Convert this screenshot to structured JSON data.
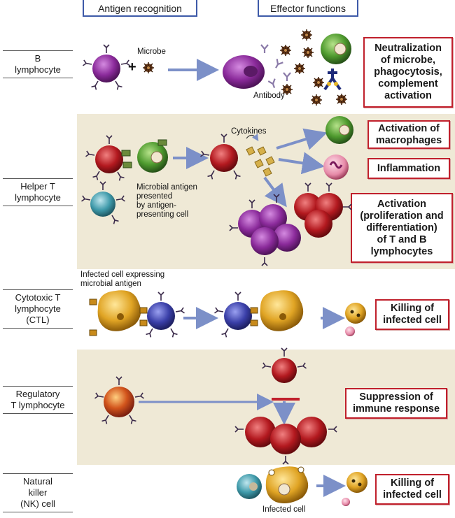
{
  "headers": {
    "antigen_recognition": "Antigen recognition",
    "effector_functions": "Effector functions"
  },
  "rows": [
    {
      "cell_name": "B\nlymphocyte",
      "effector": "Neutralization\nof microbe,\nphagocytosis,\ncomplement\nactivation",
      "labels": {
        "microbe": "Microbe",
        "plus": "+",
        "antibody": "Antibody"
      }
    },
    {
      "cell_name": "Helper T\nlymphocyte",
      "effectors": [
        "Activation of\nmacrophages",
        "Inflammation",
        "Activation\n(proliferation and\ndifferentiation)\nof T and B\nlymphocytes"
      ],
      "labels": {
        "cytokines": "Cytokines",
        "microbial_antigen": "Microbial antigen\npresented\nby antigen-\npresenting cell"
      }
    },
    {
      "cell_name": "Cytotoxic T\nlymphocyte\n(CTL)",
      "effector": "Killing of\ninfected cell",
      "labels": {
        "infected_cell_expressing": "Infected cell expressing\nmicrobial antigen"
      }
    },
    {
      "cell_name": "Regulatory\nT lymphocyte",
      "effector": "Suppression of\nimmune response"
    },
    {
      "cell_name": "Natural\nkiller\n(NK) cell",
      "effector": "Killing of\ninfected cell",
      "labels": {
        "infected_cell": "Infected cell"
      }
    }
  ],
  "colors": {
    "header_line": "#3d5aa8",
    "effector_border": "#c0202c",
    "band_bg": "#efe9d6",
    "arrow": "#7c90c8",
    "b_cell": "#8a2a9a",
    "t_cell_red": "#b3191f",
    "macrophage": "#4e9a2e",
    "ctl_blue": "#3a3fa8",
    "infected_cell": "#e0a424",
    "nk_teal": "#3f9aaa"
  }
}
